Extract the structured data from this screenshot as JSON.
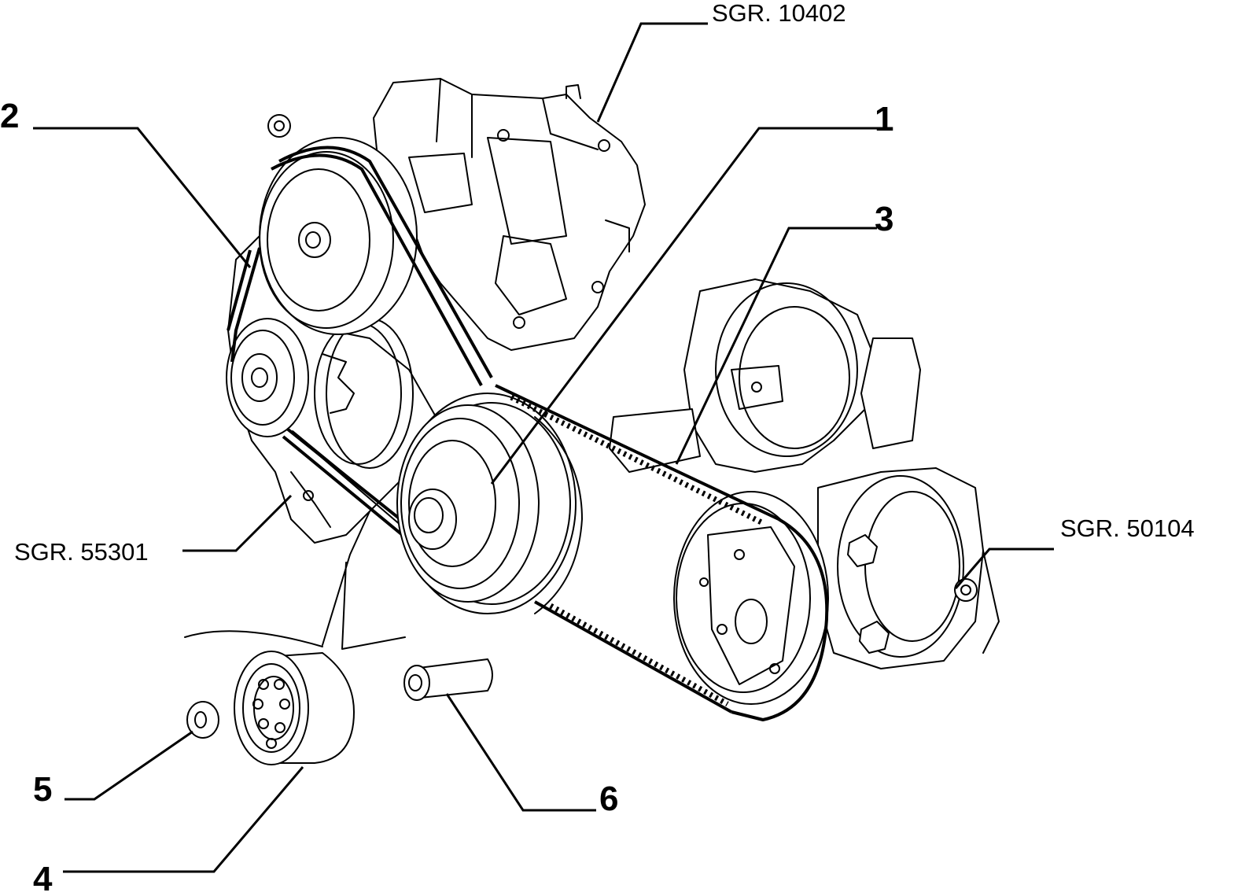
{
  "callouts": {
    "part_1": "1",
    "part_2": "2",
    "part_3": "3",
    "part_4": "4",
    "part_5": "5",
    "part_6": "6"
  },
  "references": {
    "sgr_10402": "SGR. 10402",
    "sgr_55301": "SGR. 55301",
    "sgr_50104": "SGR. 50104"
  }
}
